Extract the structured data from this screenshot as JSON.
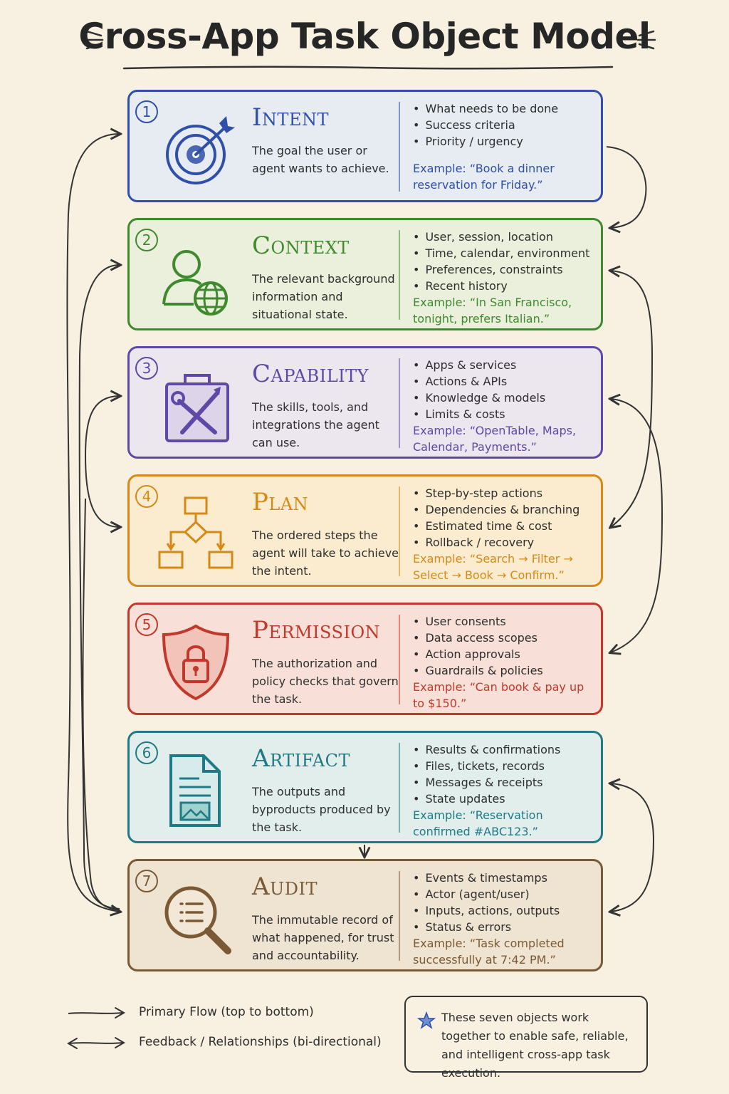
{
  "title": "Cross-App Task Object Model",
  "cards": [
    {
      "number": "1",
      "name": "Intent",
      "color": "#2f4fa8",
      "fill": "#e7ecf3",
      "icon": "target-icon",
      "description": "The goal the user or agent wants to achieve.",
      "bullets": [
        "What needs to be done",
        "Success criteria",
        "Priority / urgency"
      ],
      "example": "Example: “Book a dinner reservation for Friday.”"
    },
    {
      "number": "2",
      "name": "Context",
      "color": "#3f8a2e",
      "fill": "#eaf0dc",
      "icon": "user-globe-icon",
      "description": "The relevant background information and situational state.",
      "bullets": [
        "User, session, location",
        "Time, calendar, environment",
        "Preferences, constraints",
        "Recent history"
      ],
      "example": "Example: “In San Francisco, tonight, prefers Italian.”"
    },
    {
      "number": "3",
      "name": "Capability",
      "color": "#5e4aa6",
      "fill": "#ece6ef",
      "icon": "toolbox-icon",
      "description": "The skills, tools, and integrations the agent can use.",
      "bullets": [
        "Apps & services",
        "Actions & APIs",
        "Knowledge & models",
        "Limits & costs"
      ],
      "example": "Example: “OpenTable, Maps, Calendar, Payments.”"
    },
    {
      "number": "4",
      "name": "Plan",
      "color": "#d58a17",
      "fill": "#fbecd0",
      "icon": "flowchart-icon",
      "description": "The ordered steps the agent will take to achieve the intent.",
      "bullets": [
        "Step-by-step actions",
        "Dependencies & branching",
        "Estimated time & cost",
        "Rollback / recovery"
      ],
      "example": "Example: “Search → Filter → Select → Book → Confirm.”"
    },
    {
      "number": "5",
      "name": "Permission",
      "color": "#c0392b",
      "fill": "#f8e0d8",
      "icon": "shield-lock-icon",
      "description": "The authorization and policy checks that govern the task.",
      "bullets": [
        "User consents",
        "Data access scopes",
        "Action approvals",
        "Guardrails & policies"
      ],
      "example": "Example: “Can book & pay up to $150.”"
    },
    {
      "number": "6",
      "name": "Artifact",
      "color": "#1f7a86",
      "fill": "#e1eeec",
      "icon": "document-icon",
      "description": "The outputs and byproducts produced by the task.",
      "bullets": [
        "Results & confirmations",
        "Files, tickets, records",
        "Messages & receipts",
        "State updates"
      ],
      "example": "Example: “Reservation confirmed #ABC123.”"
    },
    {
      "number": "7",
      "name": "Audit",
      "color": "#7a5a36",
      "fill": "#efe3d1",
      "icon": "magnifier-list-icon",
      "description": "The immutable record of what happened, for trust and accountability.",
      "bullets": [
        "Events & timestamps",
        "Actor (agent/user)",
        "Inputs, actions, outputs",
        "Status & errors"
      ],
      "example": "Example: “Task completed successfully at 7:42 PM.”"
    }
  ],
  "legend": {
    "primary": "Primary Flow (top to bottom)",
    "feedback": "Feedback / Relationships (bi-directional)"
  },
  "note": "These seven objects work together to enable safe, reliable, and intelligent cross-app task execution."
}
